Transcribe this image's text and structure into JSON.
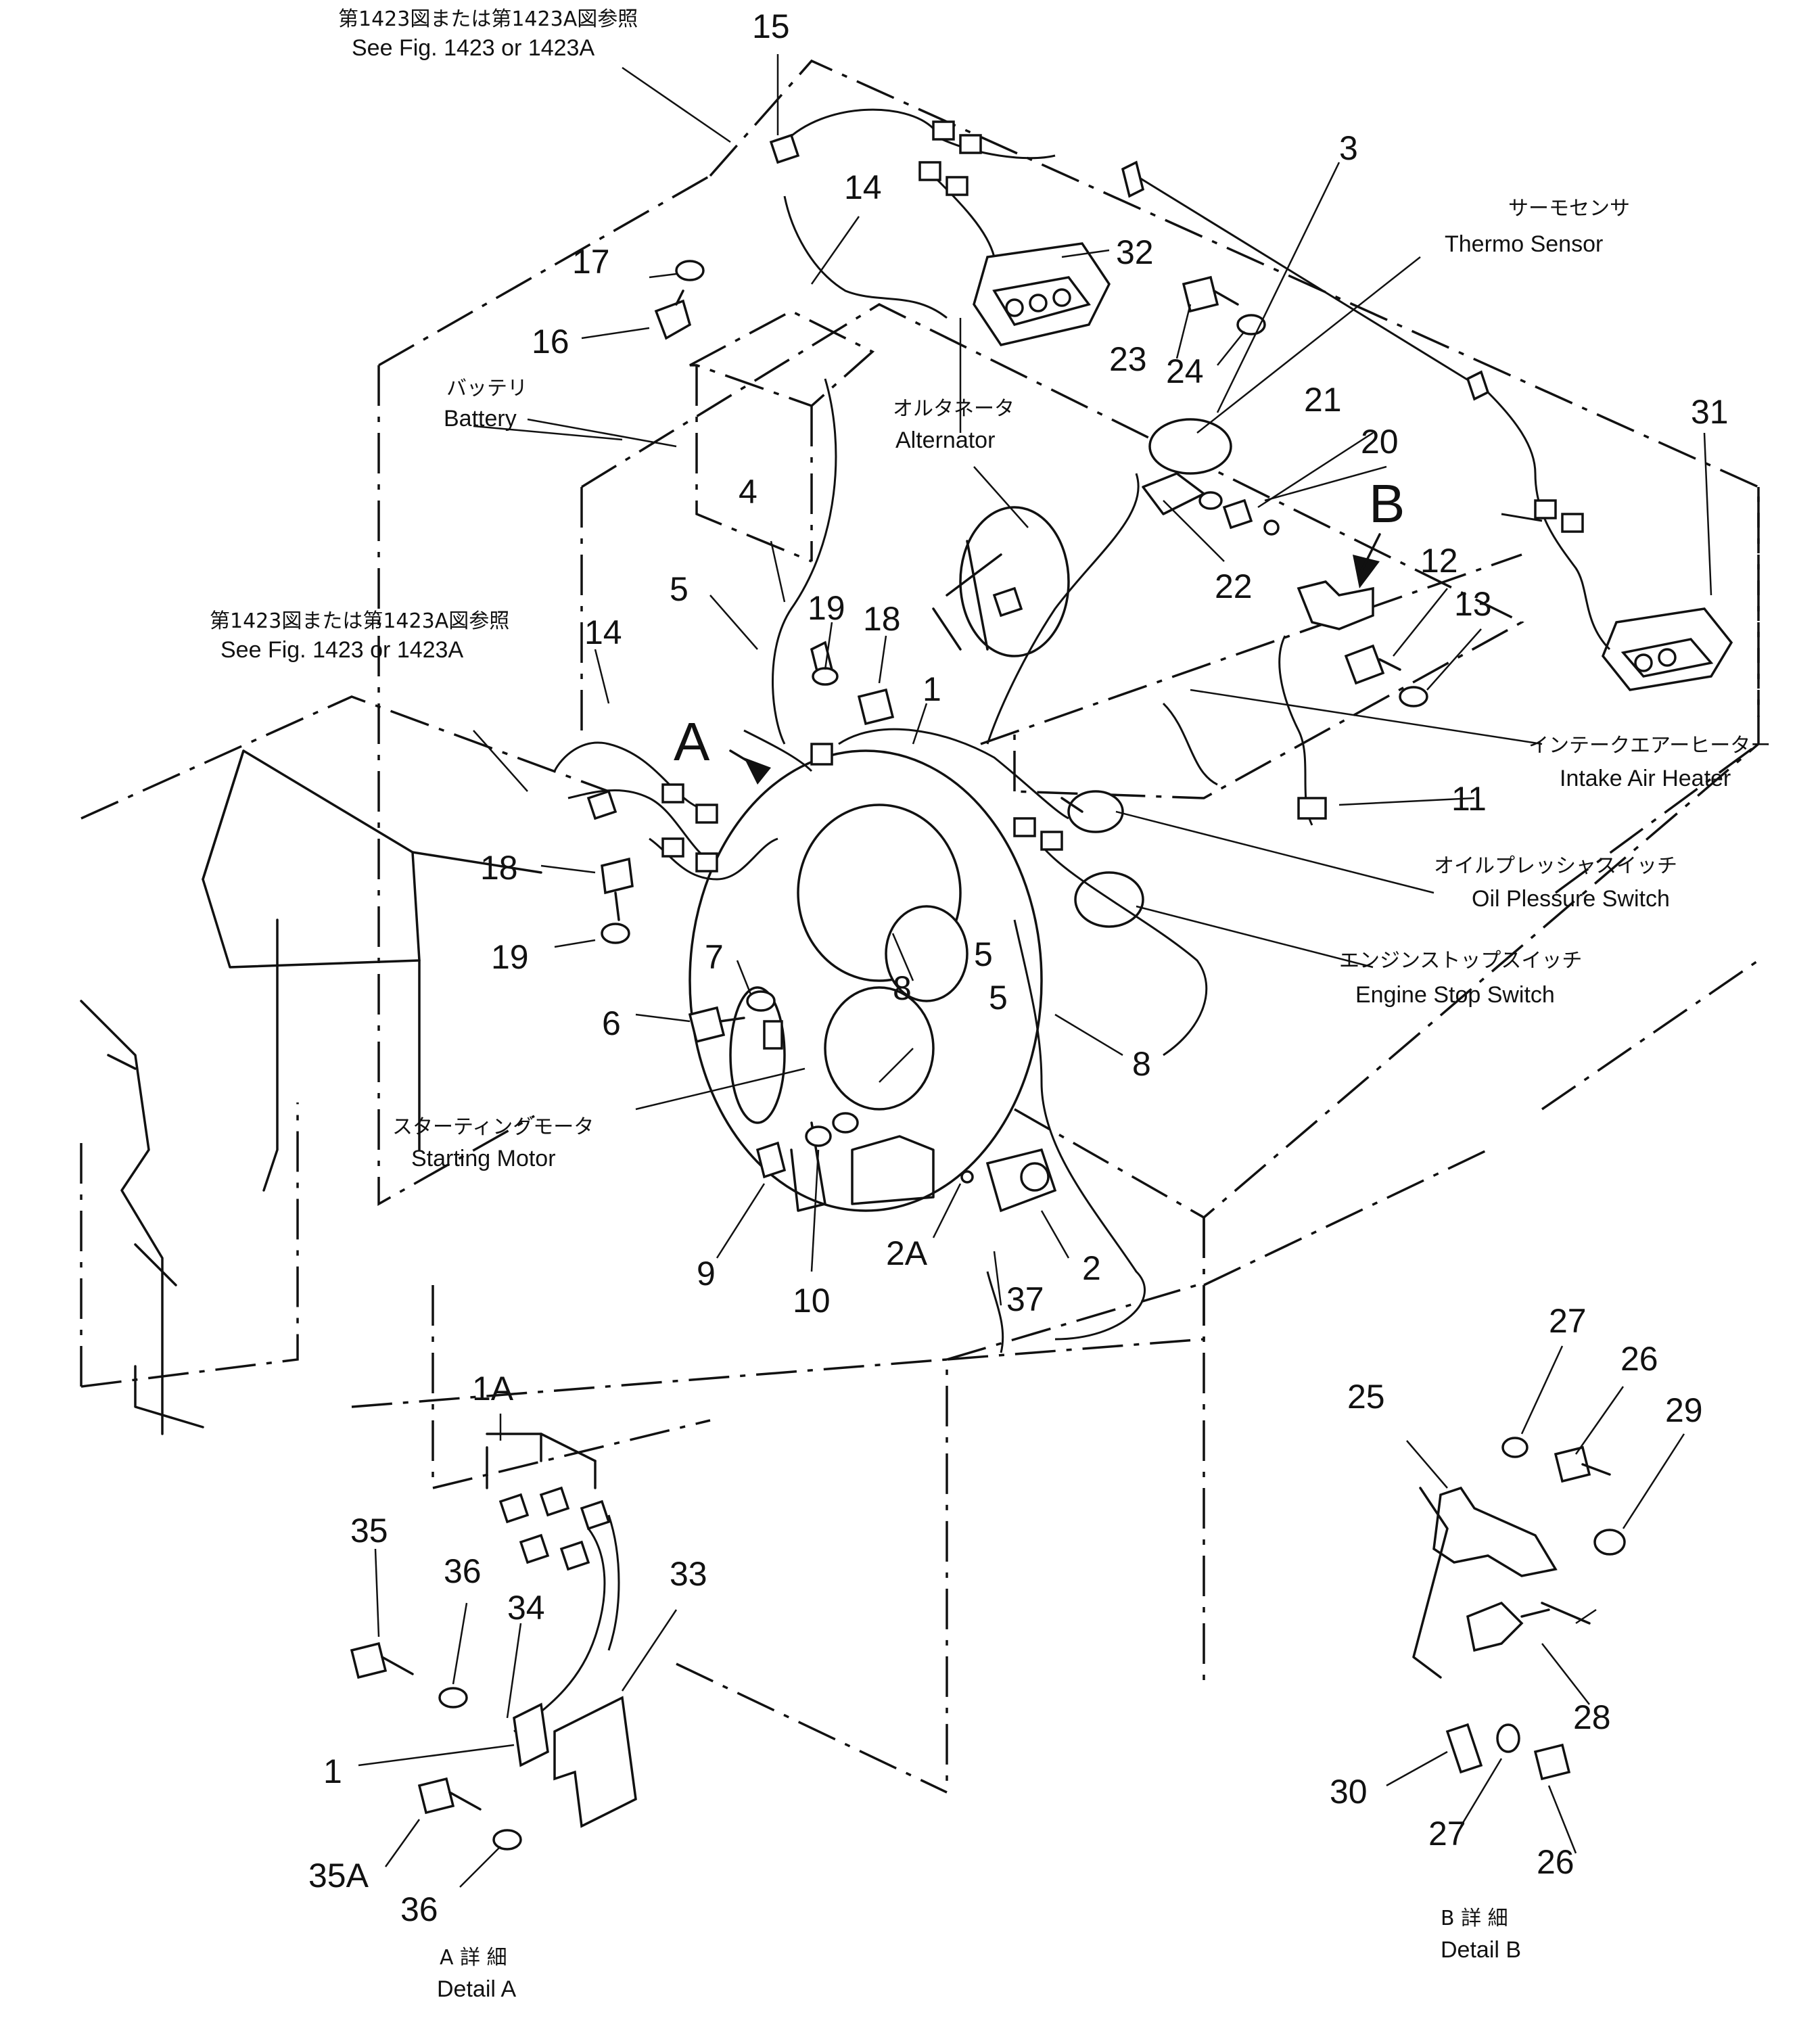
{
  "callouts": {
    "c1": "1",
    "c1A": "1A",
    "c2": "2",
    "c2A": "2A",
    "c3": "3",
    "c4": "4",
    "c5a": "5",
    "c5b": "5",
    "c5c": "5",
    "c6": "6",
    "c7": "7",
    "c8a": "8",
    "c8b": "8",
    "c9": "9",
    "c10": "10",
    "c11": "11",
    "c12": "12",
    "c13": "13",
    "c14a": "14",
    "c14b": "14",
    "c15": "15",
    "c16": "16",
    "c17": "17",
    "c18a": "18",
    "c18b": "18",
    "c19a": "19",
    "c19b": "19",
    "c20": "20",
    "c21": "21",
    "c22": "22",
    "c23": "23",
    "c24": "24",
    "c25": "25",
    "c26a": "26",
    "c26b": "26",
    "c27a": "27",
    "c27b": "27",
    "c28": "28",
    "c29": "29",
    "c30": "30",
    "c31": "31",
    "c32": "32",
    "c33": "33",
    "c34": "34",
    "c35": "35",
    "c35A": "35A",
    "c36a": "36",
    "c36b": "36",
    "c37": "37",
    "cA": "A",
    "cB": "B"
  },
  "labels": {
    "see_fig_top_ja": "第1423図または第1423A図参照",
    "see_fig_top_en": "See Fig. 1423 or 1423A",
    "see_fig_left_ja": "第1423図または第1423A図参照",
    "see_fig_left_en": "See Fig. 1423 or 1423A",
    "battery_ja": "バッテリ",
    "battery_en": "Battery",
    "alternator_ja": "オルタネータ",
    "alternator_en": "Alternator",
    "thermo_ja": "サーモセンサ",
    "thermo_en": "Thermo Sensor",
    "intake_ja": "インテークエアーヒーター",
    "intake_en": "Intake Air Heater",
    "oil_ja": "オイルプレッシャスイッチ",
    "oil_en": "Oil Plessure Switch",
    "engine_stop_ja": "エンジンストップスイッチ",
    "engine_stop_en": "Engine Stop Switch",
    "starting_ja": "スターティングモータ",
    "starting_en": "Starting Motor",
    "detail_a_ja": "A 詳 細",
    "detail_a_en": "Detail A",
    "detail_b_ja": "B 詳 細",
    "detail_b_en": "Detail B"
  }
}
